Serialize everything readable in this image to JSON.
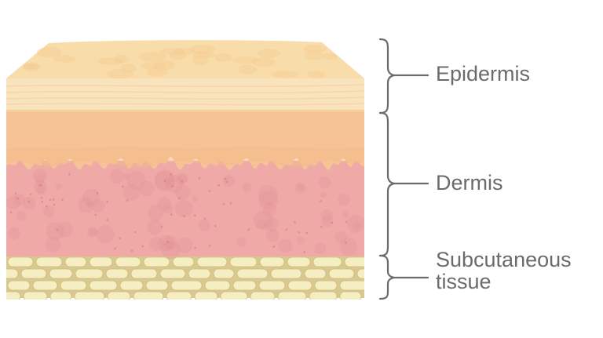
{
  "labels": {
    "epidermis": "Epidermis",
    "dermis": "Dermis",
    "subcutaneous_line1": "Subcutaneous",
    "subcutaneous_line2": "tissue"
  },
  "colors": {
    "epidermis_top": "#f8dcaa",
    "epidermis_band": "#f9e3bf",
    "stratum_basale": "#f6c396",
    "dermis": "#efaaa8",
    "dermis_spots": "#e48f95",
    "fat_bg": "#d9c98f",
    "fat_cells": "#f5eec2",
    "bracket": "#6b6b6b",
    "label_text": "#6b6b6b"
  }
}
